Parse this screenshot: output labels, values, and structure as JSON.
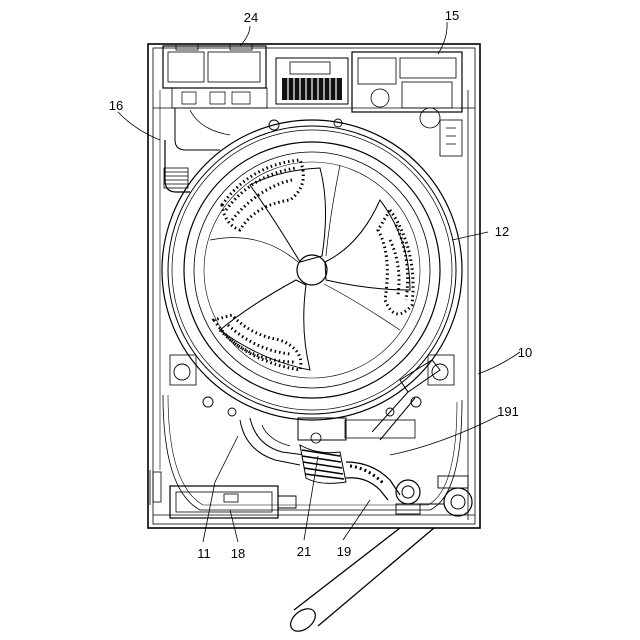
{
  "labels": {
    "l24": "24",
    "l15": "15",
    "l16": "16",
    "l12": "12",
    "l10": "10",
    "l191": "191",
    "l11": "11",
    "l18": "18",
    "l21": "21",
    "l19": "19"
  }
}
